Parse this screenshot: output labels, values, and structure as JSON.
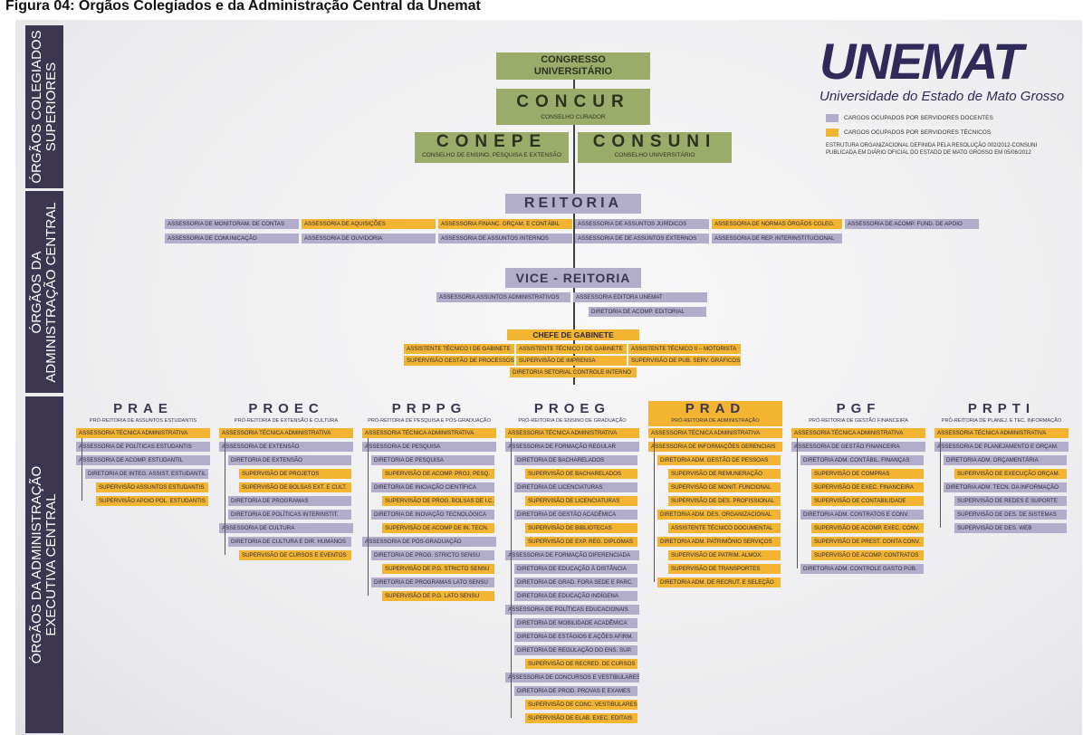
{
  "caption": "Figura 04: Órgãos Colegiados e da Administração Central da Unemat",
  "colors": {
    "lilac": "#b3adcc",
    "gold": "#f2b431",
    "green": "#9bab6a",
    "navy": "#3c3651"
  },
  "sides": [
    "ÓRGÃOS COLEGIADOS SUPERIORES",
    "ÓRGÃOS DA ADMINISTRAÇÃO CENTRAL",
    "ÓRGÃOS DA ADMINISTRAÇÃO EXECUTIVA CENTRAL"
  ],
  "logo": {
    "word": "UNEMAT",
    "tagline": "Universidade do Estado de Mato Grosso"
  },
  "legend": {
    "docentes": "CARGOS OCUPADOS POR SERVIDORES DOCENTES",
    "tecnicos": "CARGOS OCUPADOS POR SERVIDORES TÉCNICOS",
    "note1": "ESTRUTURA ORGANIZACIONAL DEFINIDA PELA RESOLUÇÃO 002/2012-CONSUNI",
    "note2": "PUBLICADA EM DIÁRIO OFICIAL DO ESTADO DE MATO GROSSO EM 05/06/2012"
  },
  "colegiados": {
    "congresso1": "CONGRESSO",
    "congresso2": "UNIVERSITÁRIO",
    "concur": "CONCUR",
    "concur_sub": "CONSELHO CURADOR",
    "conepe": "CONEPE",
    "conepe_sub": "CONSELHO DE ENSINO, PESQUISA E EXTENSÃO",
    "consuni": "CONSUNI",
    "consuni_sub": "CONSELHO UNIVERSITÁRIO"
  },
  "central": {
    "reitoria": "REITORIA",
    "reitoria_items": [
      {
        "t": "ASSESSORIA DE MONITORAM. DE CONTAS",
        "c": "L"
      },
      {
        "t": "ASSESSORIA DE AQUISIÇÕES",
        "c": "O"
      },
      {
        "t": "ASSESSORIA FINANC. ORÇAM. E CONTÁBIL",
        "c": "O"
      },
      {
        "t": "ASSESSORIA DE ASSUNTOS JURÍDICOS",
        "c": "L"
      },
      {
        "t": "ASSESSORIA DE NORMAS ÓRGÃOS COLEG.",
        "c": "O"
      },
      {
        "t": "ASSESSORIA DE ACOMP. FUND. DE APOIO",
        "c": "L"
      },
      {
        "t": "ASSESSORIA DE COMUNICAÇÃO",
        "c": "L"
      },
      {
        "t": "ASSESSORIA DE OUVIDORIA",
        "c": "L"
      },
      {
        "t": "ASSESSORIA DE ASSUNTOS INTERNOS",
        "c": "L"
      },
      {
        "t": "ASSESSORIA DE DE ASSUNTOS EXTERNOS",
        "c": "L"
      },
      {
        "t": "ASSESSORIA DE REP. INTERINSTITUCIONAL",
        "c": "L"
      }
    ],
    "vice": "VICE - REITORIA",
    "vice_items": [
      {
        "t": "ASSESSORIA ASSUNTOS ADMINISTRATIVOS",
        "c": "L"
      },
      {
        "t": "ASSESSORIA EDITORA UNEMAT",
        "c": "L"
      },
      {
        "t": "DIRETORIA DE ACOMP. EDITORIAL",
        "c": "L"
      }
    ],
    "gabinete": "CHEFE DE GABINETE",
    "gabinete_items": [
      {
        "t": "ASSISTENTE TÉCNICO I DE GABINETE",
        "c": "O"
      },
      {
        "t": "ASSISTENTE TÉCNICO I DE GABINETE",
        "c": "O"
      },
      {
        "t": "ASSISTENTE TÉCNICO II – MOTORISTA",
        "c": "O"
      },
      {
        "t": "SUPERVISÃO GESTÃO DE PROCESSOS",
        "c": "O"
      },
      {
        "t": "SUPERVISÃO DE IMPRENSA",
        "c": "O"
      },
      {
        "t": "SUPERVISÃO DE PUB. SERV. GRÁFICOS",
        "c": "O"
      },
      {
        "t": "DIRETORIA SETORIAL CONTROLE INTERNO",
        "c": "O"
      }
    ]
  },
  "pros": [
    {
      "title": "PRAE",
      "sub": "PRÓ-REITORIA DE ASSUNTOS ESTUDANTIS",
      "hc": "L",
      "items": [
        {
          "t": "ASSESSORIA TÉCNICA ADMINISTRATIVA",
          "c": "O",
          "l": 0
        },
        {
          "t": "ASSESSORIA DE POLÍTICAS ESTUDANTIS",
          "c": "L",
          "l": 0
        },
        {
          "t": "ASSESSORIA DE ACOMP. ESTUDANTIL",
          "c": "L",
          "l": 0
        },
        {
          "t": "DIRETORIA DE INTEG. ASSIST. ESTUDANTIL",
          "c": "L",
          "l": 1
        },
        {
          "t": "SUPERVISÃO ASSUNTOS ESTUDANTIS",
          "c": "O",
          "l": 2
        },
        {
          "t": "SUPERVISÃO APOIO POL. ESTUDANTIS",
          "c": "O",
          "l": 2
        }
      ]
    },
    {
      "title": "PROEC",
      "sub": "PRÓ-REITORIA DE EXTENSÃO E CULTURA",
      "hc": "L",
      "items": [
        {
          "t": "ASSESSORIA TÉCNICA ADMINISTRATIVA",
          "c": "O",
          "l": 0
        },
        {
          "t": "ASSESSORIA DE EXTENSÃO",
          "c": "L",
          "l": 0
        },
        {
          "t": "DIRETORIA DE EXTENSÃO",
          "c": "L",
          "l": 1
        },
        {
          "t": "SUPERVISÃO DE PROJETOS",
          "c": "O",
          "l": 2
        },
        {
          "t": "SUPERVISÃO DE BOLSAS EXT. E CULT.",
          "c": "O",
          "l": 2
        },
        {
          "t": "DIRETORIA DE PROGRAMAS",
          "c": "L",
          "l": 1
        },
        {
          "t": "DIRETORIA DE POLÍTICAS INTERINSTIT.",
          "c": "L",
          "l": 1
        },
        {
          "t": "ASSESSORIA DE CULTURA",
          "c": "L",
          "l": 0
        },
        {
          "t": "DIRETORIA DE CULTURA E DIR. HUMANOS",
          "c": "L",
          "l": 1
        },
        {
          "t": "SUPERVISÃO DE CURSOS E EVENTOS",
          "c": "O",
          "l": 2
        }
      ]
    },
    {
      "title": "PRPPG",
      "sub": "PRÓ-REITORIA DE PESQUISA E PÓS-GRADUAÇÃO",
      "hc": "L",
      "items": [
        {
          "t": "ASSESSORIA TÉCNICA ADMINISTRATIVA",
          "c": "O",
          "l": 0
        },
        {
          "t": "ASSESSORIA DE PESQUISA",
          "c": "L",
          "l": 0
        },
        {
          "t": "DIRETORIA DE PESQUISA",
          "c": "L",
          "l": 1
        },
        {
          "t": "SUPERVISÃO DE ACOMP. PROJ. PESQ.",
          "c": "O",
          "l": 2
        },
        {
          "t": "DIRETORIA DE INICIAÇÃO CIENTÍFICA",
          "c": "L",
          "l": 1
        },
        {
          "t": "SUPERVISÃO DE PROG. BOLSAS DE I.C.",
          "c": "O",
          "l": 2
        },
        {
          "t": "DIRETORIA DE INOVAÇÃO TECNOLÓGICA",
          "c": "L",
          "l": 1
        },
        {
          "t": "SUPERVISÃO DE ACOMP DE IN. TECN.",
          "c": "O",
          "l": 2
        },
        {
          "t": "ASSESSORIA DE PÓS-GRADUAÇÃO",
          "c": "L",
          "l": 0
        },
        {
          "t": "DIRETORIA DE PROG. STRICTO SENSU",
          "c": "L",
          "l": 1
        },
        {
          "t": "SUPERVISÃO DE P.G. STRICTO SENSU",
          "c": "O",
          "l": 2
        },
        {
          "t": "DIRETORIA DE PROGRAMAS LATO SENSU",
          "c": "L",
          "l": 1
        },
        {
          "t": "SUPERVISÃO DE P.G. LATO SENSU",
          "c": "O",
          "l": 2
        }
      ]
    },
    {
      "title": "PROEG",
      "sub": "PRÓ-REITORIA DE ENSINO DE GRADUAÇÃO",
      "hc": "L",
      "items": [
        {
          "t": "ASSESSORIA TÉCNICA ADMINISTRATIVA",
          "c": "O",
          "l": 0
        },
        {
          "t": "ASSESSORIA DE FORMAÇÃO REGULAR",
          "c": "L",
          "l": 0
        },
        {
          "t": "DIRETORIA DE BACHARELADOS",
          "c": "L",
          "l": 1
        },
        {
          "t": "SUPERVISÃO DE BACHARELADOS",
          "c": "O",
          "l": 2
        },
        {
          "t": "DIRETORIA DE LICENCIATURAS",
          "c": "L",
          "l": 1
        },
        {
          "t": "SUPERVISÃO DE LICENCIATURAS",
          "c": "O",
          "l": 2
        },
        {
          "t": "DIRETORIA DE GESTÃO ACADÊMICA",
          "c": "L",
          "l": 1
        },
        {
          "t": "SUPERVISÃO DE BIBLIOTECAS",
          "c": "O",
          "l": 2
        },
        {
          "t": "SUPERVISÃO DE EXP. REG. DIPLOMAS",
          "c": "O",
          "l": 2
        },
        {
          "t": "ASSESSORIA DE FORMAÇÃO DIFERENCIADA",
          "c": "L",
          "l": 0
        },
        {
          "t": "DIRETORIA DE EDUCAÇÃO À DISTÂNCIA",
          "c": "L",
          "l": 1
        },
        {
          "t": "DIRETORIA DE GRAD. FORA SEDE E PARC.",
          "c": "L",
          "l": 1
        },
        {
          "t": "DIRETORIA DE EDUCAÇÃO INDÍGENA",
          "c": "L",
          "l": 1
        },
        {
          "t": "ASSESSORIA DE POLÍTICAS EDUCACIONAIS",
          "c": "L",
          "l": 0
        },
        {
          "t": "DIRETORIA DE MOBILIDADE ACADÊMICA",
          "c": "L",
          "l": 1
        },
        {
          "t": "DIRETORIA DE ESTÁGIOS E AÇÕES AFIRM.",
          "c": "L",
          "l": 1
        },
        {
          "t": "DIRETORIA DE REGULAÇÃO DO ENS. SUP.",
          "c": "L",
          "l": 1
        },
        {
          "t": "SUPERVISÃO DE RECRED. DE CURSOS",
          "c": "O",
          "l": 2
        },
        {
          "t": "ASSESSORIA DE CONCURSOS E VESTIBULARES",
          "c": "L",
          "l": 0
        },
        {
          "t": "DIRETORIA DE PROD. PROVAS E EXAMES",
          "c": "L",
          "l": 1
        },
        {
          "t": "SUPERVISÃO DE CONC. VESTIBULARES",
          "c": "O",
          "l": 2
        },
        {
          "t": "SUPERVISÃO DE ELAB. EXEC. EDITAIS",
          "c": "O",
          "l": 2
        }
      ]
    },
    {
      "title": "PRAD",
      "sub": "PRÓ-REITORIA DE ADMINISTRAÇÃO",
      "hc": "O",
      "items": [
        {
          "t": "ASSESSORIA TÉCNICA ADMINISTRATIVA",
          "c": "O",
          "l": 0
        },
        {
          "t": "ASSESSORIA DE INFORMAÇÕES GERENCIAIS",
          "c": "O",
          "l": 0
        },
        {
          "t": "DIRETORIA ADM. GESTÃO DE PESSOAS",
          "c": "O",
          "l": 1
        },
        {
          "t": "SUPERVISÃO DE REMUNERAÇÃO",
          "c": "O",
          "l": 2
        },
        {
          "t": "SUPERVISÃO DE MONIT. FUNCIONAL",
          "c": "O",
          "l": 2
        },
        {
          "t": "SUPERVISÃO DE DES. PROFISSIONAL",
          "c": "O",
          "l": 2
        },
        {
          "t": "DIRETORIA ADM. DES. ORGANIZACIONAL",
          "c": "O",
          "l": 1
        },
        {
          "t": "ASSISTENTE TÉCNICO DOCUMENTAL",
          "c": "O",
          "l": 2
        },
        {
          "t": "DIRETORIA ADM. PATRIMÔNIO SERVIÇOS",
          "c": "O",
          "l": 1
        },
        {
          "t": "SUPERVISÃO DE PATRIM. ALMOX.",
          "c": "O",
          "l": 2
        },
        {
          "t": "SUPERVISÃO DE TRANSPORTES",
          "c": "O",
          "l": 2
        },
        {
          "t": "DIRETORIA ADM. DE RECRUT. E SELEÇÃO",
          "c": "O",
          "l": 1
        }
      ]
    },
    {
      "title": "PGF",
      "sub": "PRÓ-REITORIA DE GESTÃO FINANCEIRA",
      "hc": "L",
      "items": [
        {
          "t": "ASSESSORIA TÉCNICA ADMINISTRATIVA",
          "c": "O",
          "l": 0
        },
        {
          "t": "ASSESSORIA DE GESTÃO FINANCEIRA",
          "c": "L",
          "l": 0
        },
        {
          "t": "DIRETORIA ADM. CONTÁBIL. FINANÇAS",
          "c": "L",
          "l": 1
        },
        {
          "t": "SUPERVISÃO DE COMPRAS",
          "c": "O",
          "l": 2
        },
        {
          "t": "SUPERVISÃO DE EXEC. FINANCEIRA",
          "c": "O",
          "l": 2
        },
        {
          "t": "SUPERVISÃO DE CONTABILIDADE",
          "c": "O",
          "l": 2
        },
        {
          "t": "DIRETORIA ADM. CONTRATOS E CONV.",
          "c": "L",
          "l": 1
        },
        {
          "t": "SUPERVISÃO DE ACOMP. EXEC. CONV.",
          "c": "O",
          "l": 2
        },
        {
          "t": "SUPERVISÃO DE PREST. CONTA CONV.",
          "c": "O",
          "l": 2
        },
        {
          "t": "SUPERVISÃO DE ACOMP. CONTRATOS",
          "c": "O",
          "l": 2
        },
        {
          "t": "DIRETORIA ADM. CONTROLE GASTO PÚB.",
          "c": "L",
          "l": 1
        }
      ]
    },
    {
      "title": "PRPTI",
      "sub": "PRÓ-REITORIA DE PLANEJ. E TEC. INFORMAÇÃO",
      "hc": "L",
      "items": [
        {
          "t": "ASSESSORIA TÉCNICA ADMINISTRATIVA",
          "c": "O",
          "l": 0
        },
        {
          "t": "ASSESSORIA DE PLANEJAMENTO E ORÇAM.",
          "c": "L",
          "l": 0
        },
        {
          "t": "DIRETORIA ADM. ORÇAMENTÁRIA",
          "c": "L",
          "l": 1
        },
        {
          "t": "SUPERVISÃO DE EXECUÇÃO ORÇAM.",
          "c": "O",
          "l": 2
        },
        {
          "t": "DIRETORIA ADM. TECN. DA INFORMAÇÃO",
          "c": "L",
          "l": 1
        },
        {
          "t": "SUPERVISÃO DE REDES E SUPORTE",
          "c": "L",
          "l": 2
        },
        {
          "t": "SUPERVISÃO DE DES. DE SISTEMAS",
          "c": "L",
          "l": 2
        },
        {
          "t": "SUPERVISÃO DE DES. WEB",
          "c": "L",
          "l": 2
        }
      ]
    }
  ]
}
